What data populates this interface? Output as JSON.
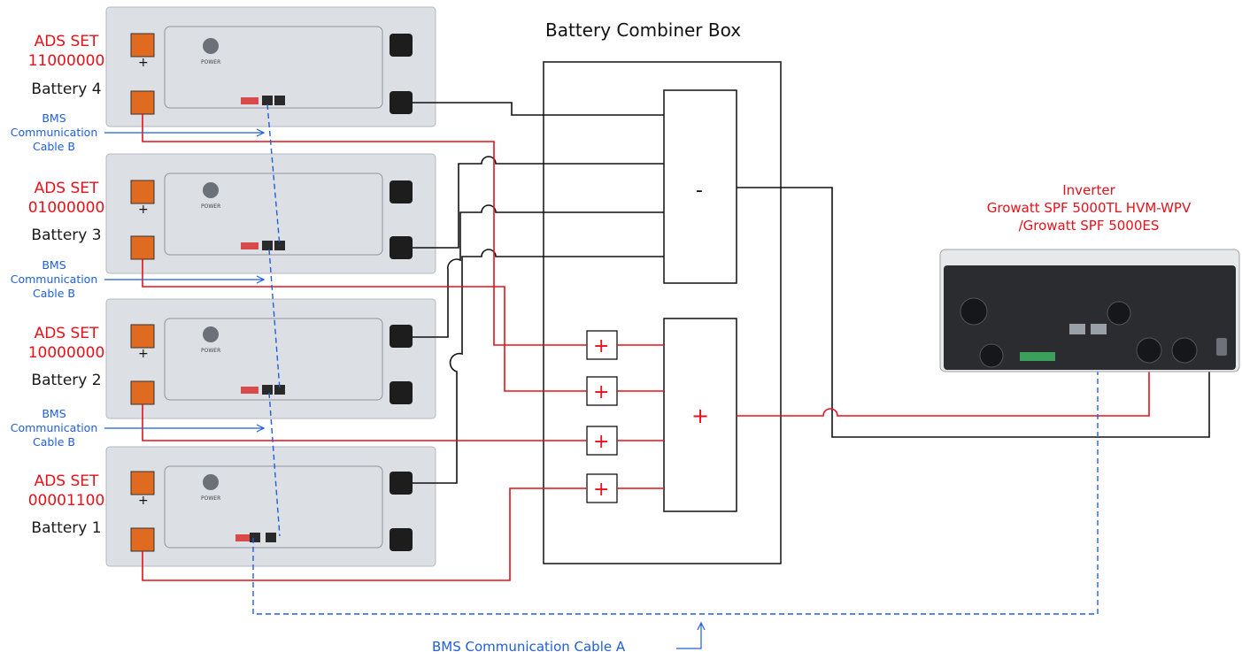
{
  "diagram_title": "Battery Combiner Box",
  "batteries": [
    {
      "ads_label": "ADS SET",
      "ads_code": "11000000",
      "name": "Battery 4"
    },
    {
      "ads_label": "ADS SET",
      "ads_code": "01000000",
      "name": "Battery 3"
    },
    {
      "ads_label": "ADS SET",
      "ads_code": "10000000",
      "name": "Battery 2"
    },
    {
      "ads_label": "ADS SET",
      "ads_code": "00001100",
      "name": "Battery 1"
    }
  ],
  "bms_cable_b": [
    {
      "line1": "BMS",
      "line2": "Communication",
      "line3": "Cable B"
    },
    {
      "line1": "BMS",
      "line2": "Communication",
      "line3": "Cable B"
    },
    {
      "line1": "BMS",
      "line2": "Communication",
      "line3": "Cable B"
    }
  ],
  "inverter": {
    "line1": "Inverter",
    "line2": "Growatt SPF 5000TL HVM-WPV",
    "line3": "/Growatt SPF 5000ES"
  },
  "bms_cable_a": "BMS Communication Cable A",
  "combiner": {
    "negative_symbol": "-",
    "positive_symbol": "+"
  },
  "battery_panel": {
    "power_label": "POWER"
  },
  "colors": {
    "positive": "#e8101a",
    "negative": "#111111",
    "communication": "#1f5fd8"
  }
}
